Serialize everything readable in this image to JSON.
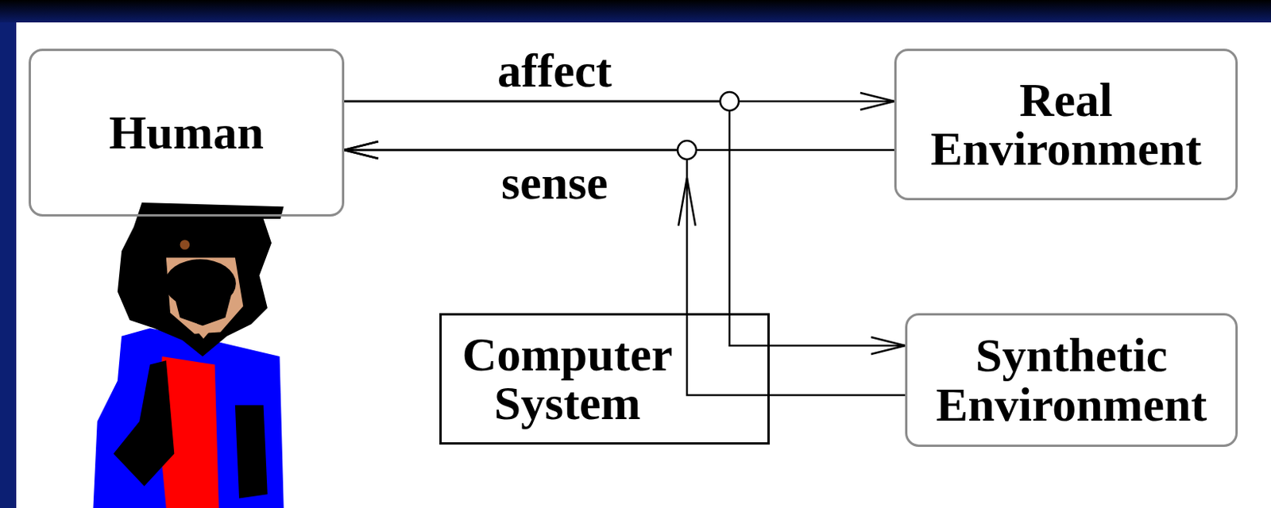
{
  "diagram": {
    "nodes": [
      {
        "text": [
          "Human"
        ]
      },
      {
        "text": [
          "Real Environment"
        ]
      },
      {
        "text": [
          "Computer System"
        ]
      },
      {
        "text": [
          "Synthetic Environment"
        ]
      }
    ],
    "edges": [
      {
        "from": 0,
        "to": 1,
        "arrow": "to",
        "label": "affect"
      },
      {
        "from": 1,
        "to": 0,
        "arrow": "to",
        "label": "sense"
      },
      {
        "from": 0,
        "to": 3,
        "arrow": "to"
      },
      {
        "from": 3,
        "to": 0,
        "arrow": "to"
      }
    ]
  }
}
